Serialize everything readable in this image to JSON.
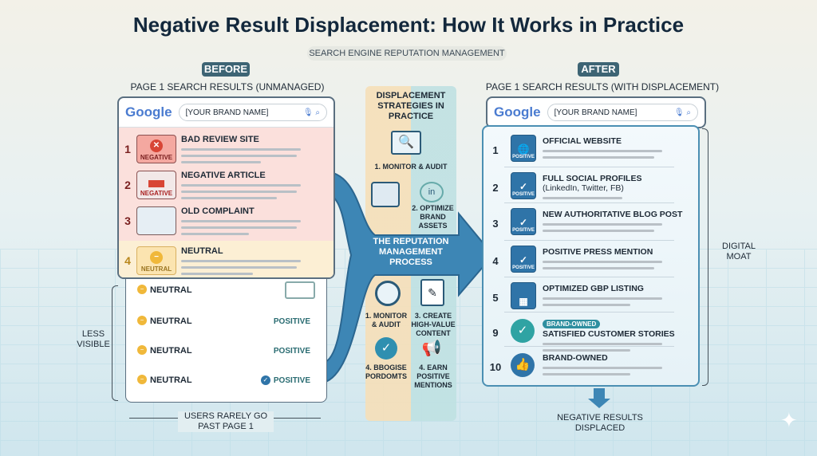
{
  "title": "Negative Result Displacement: How It Works in Practice",
  "subtitle": "SEARCH ENGINE REPUTATION MANAGEMENT",
  "before": {
    "badge": "BEFORE",
    "heading": "PAGE 1 SEARCH RESULTS (UNMANAGED)",
    "search": {
      "logo": "Google",
      "query": "[YOUR BRAND NAME]"
    },
    "results": [
      {
        "rank": "1",
        "title": "BAD REVIEW SITE",
        "tag": "NEGATIVE"
      },
      {
        "rank": "2",
        "title": "NEGATIVE ARTICLE",
        "tag": "NEGATIVE"
      },
      {
        "rank": "3",
        "title": "OLD COMPLAINT",
        "tag": ""
      },
      {
        "rank": "4",
        "title": "NEUTRAL",
        "tag": "NEUTRAL"
      }
    ],
    "lower": [
      {
        "label": "NEUTRAL",
        "tag": ""
      },
      {
        "label": "NEUTRAL",
        "tag": "POSITIVE"
      },
      {
        "label": "NEUTRAL",
        "tag": "POSITIVE"
      },
      {
        "label": "NEUTRAL",
        "tag": "POSITIVE"
      }
    ],
    "less_visible": "LESS VISIBLE",
    "footer": "USERS RARELY GO PAST PAGE 1"
  },
  "middle": {
    "heading": "DISPLACEMENT STRATEGIES IN PRACTICE",
    "steps_top": [
      "1. MONITOR & AUDIT",
      "2. OPTIMIZE BRAND ASSETS"
    ],
    "process": "THE REPUTATION MANAGEMENT PROCESS",
    "steps_bottom": [
      "1. MONITOR & AUDIT",
      "3. CREATE HIGH-VALUE CONTENT",
      "4. BBOGISE PORDOMTS",
      "4. EARN POSITIVE MENTIONS"
    ]
  },
  "after": {
    "badge": "AFTER",
    "heading": "PAGE 1 SEARCH RESULTS (WITH DISPLACEMENT)",
    "search": {
      "logo": "Google",
      "query": "[YOUR BRAND NAME]"
    },
    "results": [
      {
        "rank": "1",
        "title": "OFFICIAL WEBSITE",
        "sub": "",
        "tag": "POSITIVE"
      },
      {
        "rank": "2",
        "title": "FULL SOCIAL PROFILES",
        "sub": "(LinkedIn, Twitter, FB)",
        "tag": "POSITIVE"
      },
      {
        "rank": "3",
        "title": "NEW AUTHORITATIVE BLOG POST",
        "sub": "",
        "tag": "POSITIVE"
      },
      {
        "rank": "4",
        "title": "POSITIVE PRESS MENTION",
        "sub": "",
        "tag": "POSITIVE"
      },
      {
        "rank": "5",
        "title": "OPTIMIZED GBP LISTING",
        "sub": "",
        "tag": ""
      },
      {
        "rank": "9",
        "title": "SATISFIED CUSTOMER STORIES",
        "sub": "",
        "tag": "BRAND-OWNED"
      },
      {
        "rank": "10",
        "title": "BRAND-OWNED",
        "sub": "",
        "tag": ""
      }
    ],
    "moat": "DIGITAL MOAT",
    "footer": "NEGATIVE RESULTS DISPLACED"
  }
}
